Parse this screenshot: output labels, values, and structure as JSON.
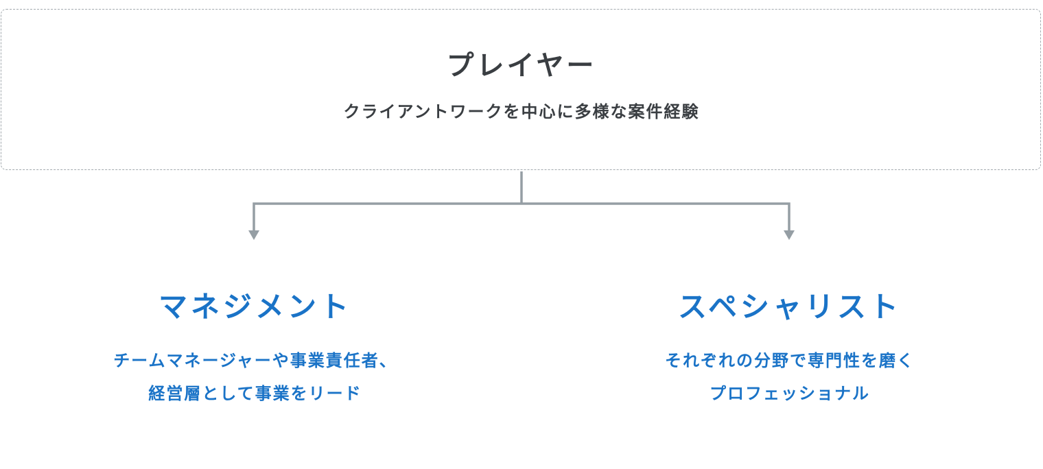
{
  "player": {
    "title": "プレイヤー",
    "description": "クライアントワークを中心に多様な案件経験"
  },
  "connector": {
    "color": "#959ea4",
    "icon_left": "arrow-down-icon",
    "icon_right": "arrow-down-icon"
  },
  "branches": [
    {
      "title": "マネジメント",
      "description_lines": [
        "チームマネージャーや事業責任者、",
        "経営層として事業をリード"
      ],
      "color": "#1a73c7"
    },
    {
      "title": "スペシャリスト",
      "description_lines": [
        "それぞれの分野で専門性を磨く",
        "プロフェッショナル"
      ],
      "color": "#1a73c7"
    }
  ]
}
